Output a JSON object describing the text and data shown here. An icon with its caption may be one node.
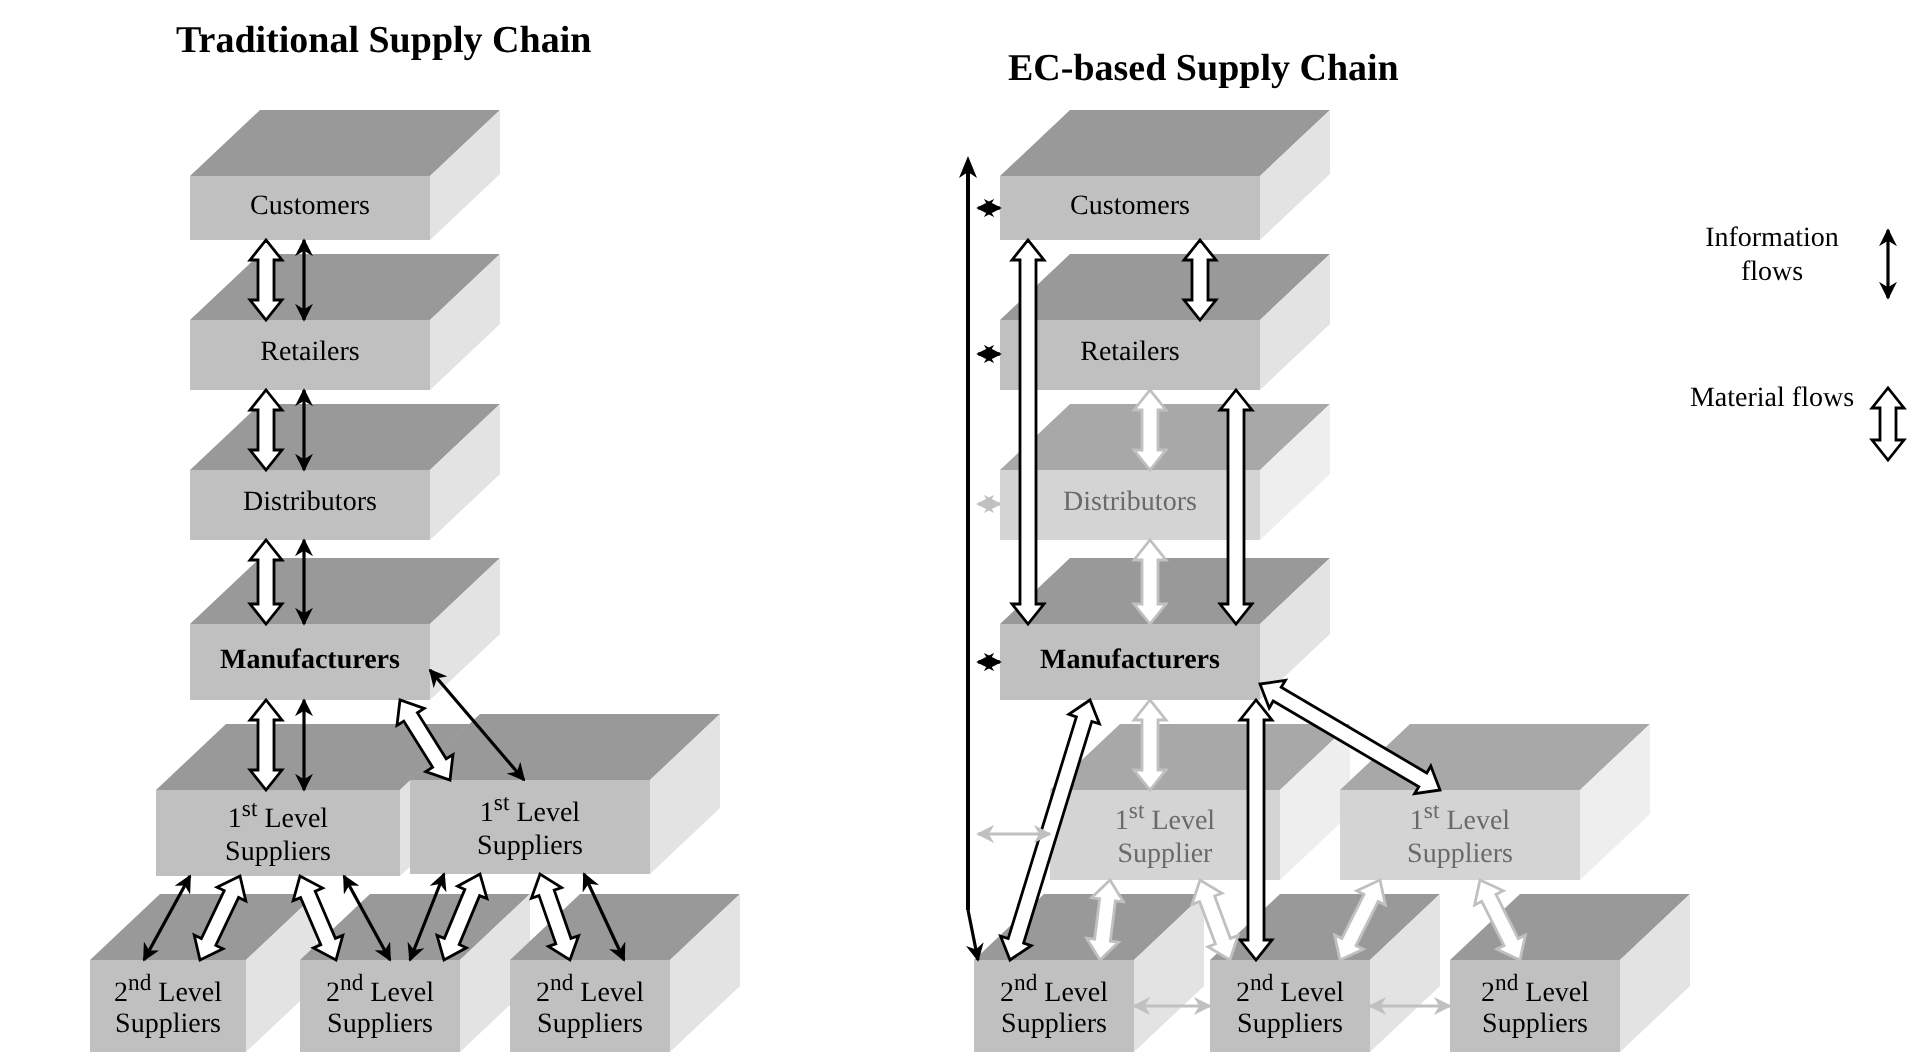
{
  "diagram": {
    "nodes": [
      {
        "text": [
          "Customers"
        ]
      },
      {
        "text": [
          "Retailers"
        ]
      },
      {
        "text": [
          "Distributors"
        ]
      },
      {
        "text": [
          "Manufacturers"
        ]
      },
      {
        "text": [
          "1$^{st}$ Level Suppliers"
        ]
      },
      {
        "text": [
          "1$^{st}$ Level Suppliers"
        ]
      },
      {
        "text": [
          "2$^{nd}$ Level Suppliers"
        ]
      },
      {
        "text": [
          "2$^{nd}$ Level Suppliers"
        ]
      },
      {
        "text": [
          "2$^{nd}$ Level Suppliers"
        ]
      },
      {
        "text": [
          "Customers"
        ]
      },
      {
        "text": [
          "Retailers"
        ]
      },
      {
        "text": [
          "Distributors"
        ]
      },
      {
        "text": [
          "Manufacturers"
        ]
      },
      {
        "text": [
          "1$^{st}$ Level Supplier"
        ]
      },
      {
        "text": [
          "1$^{st}$ Level Suppliers"
        ]
      },
      {
        "text": [
          "2$^{nd}$ Level Suppliers"
        ]
      },
      {
        "text": [
          "2$^{nd}$ Level Suppliers"
        ]
      },
      {
        "text": [
          "2$^{nd}$ Level Suppliers"
        ]
      },
      {
        "text": [],
        "shape": "bar"
      }
    ],
    "edges": [
      {
        "from": 0,
        "to": 1,
        "arrow": "both",
        "style": "thick"
      },
      {
        "from": 0,
        "to": 1,
        "arrow": "both"
      },
      {
        "from": 1,
        "to": 2,
        "arrow": "both",
        "style": "thick"
      },
      {
        "from": 1,
        "to": 2,
        "arrow": "both"
      },
      {
        "from": 2,
        "to": 3,
        "arrow": "both",
        "style": "thick"
      },
      {
        "from": 2,
        "to": 3,
        "arrow": "both"
      },
      {
        "from": 3,
        "to": 4,
        "arrow": "both",
        "style": "thick"
      },
      {
        "from": 3,
        "to": 4,
        "arrow": "both"
      },
      {
        "from": 3,
        "to": 5,
        "arrow": "both",
        "style": "thick"
      },
      {
        "from": 3,
        "to": 5,
        "arrow": "both"
      },
      {
        "from": 4,
        "to": 6,
        "arrow": "both"
      },
      {
        "from": 4,
        "to": 6,
        "arrow": "both",
        "style": "thick"
      },
      {
        "from": 4,
        "to": 7,
        "arrow": "both",
        "style": "thick"
      },
      {
        "from": 4,
        "to": 7,
        "arrow": "both"
      },
      {
        "from": 5,
        "to": 7,
        "arrow": "both"
      },
      {
        "from": 5,
        "to": 7,
        "arrow": "both",
        "style": "thick"
      },
      {
        "from": 5,
        "to": 8,
        "arrow": "both",
        "style": "thick"
      },
      {
        "from": 5,
        "to": 8,
        "arrow": "both"
      },
      {
        "from": 9,
        "to": 10,
        "arrow": "both",
        "style": "thick"
      },
      {
        "from": 9,
        "to": 12,
        "arrow": "both",
        "style": "thick"
      },
      {
        "from": 10,
        "to": 12,
        "arrow": "both",
        "style": "thick"
      },
      {
        "from": 10,
        "to": 11,
        "arrow": "both",
        "style": "thick",
        "color": "#c0c0c0"
      },
      {
        "from": 11,
        "to": 12,
        "arrow": "both",
        "style": "thick",
        "color": "#c0c0c0"
      },
      {
        "from": 12,
        "to": 13,
        "arrow": "both",
        "style": "thick",
        "color": "#c0c0c0"
      },
      {
        "from": 12,
        "to": 15,
        "arrow": "both",
        "style": "thick"
      },
      {
        "from": 12,
        "to": 16,
        "arrow": "both",
        "style": "thick"
      },
      {
        "from": 12,
        "to": 14,
        "arrow": "both",
        "style": "thick"
      },
      {
        "from": 13,
        "to": 15,
        "arrow": "both",
        "style": "thick",
        "color": "#c0c0c0"
      },
      {
        "from": 13,
        "to": 16,
        "arrow": "both",
        "style": "thick",
        "color": "#c0c0c0"
      },
      {
        "from": 14,
        "to": 16,
        "arrow": "both",
        "style": "thick",
        "color": "#c0c0c0"
      },
      {
        "from": 14,
        "to": 17,
        "arrow": "both",
        "style": "thick",
        "color": "#c0c0c0"
      },
      {
        "from": 15,
        "to": 16,
        "arrow": "both",
        "color": "#c0c0c0"
      },
      {
        "from": 16,
        "to": 17,
        "arrow": "both",
        "color": "#c0c0c0"
      },
      {
        "from": 18,
        "to": 15,
        "arrow": "to"
      },
      {
        "from": 18,
        "to": 9,
        "arrow": "both"
      },
      {
        "from": 18,
        "to": 10,
        "arrow": "both"
      },
      {
        "from": 18,
        "to": 11,
        "arrow": "both",
        "color": "#c0c0c0"
      },
      {
        "from": 18,
        "to": 12,
        "arrow": "both"
      },
      {
        "from": 18,
        "to": 13,
        "arrow": "both",
        "color": "#c0c0c0"
      }
    ],
    "labels": [
      "Traditional Supply Chain",
      "EC-based Supply Chain"
    ],
    "legend": [
      {
        "text": "Information flows"
      },
      {
        "text": "Material flows"
      }
    ]
  }
}
